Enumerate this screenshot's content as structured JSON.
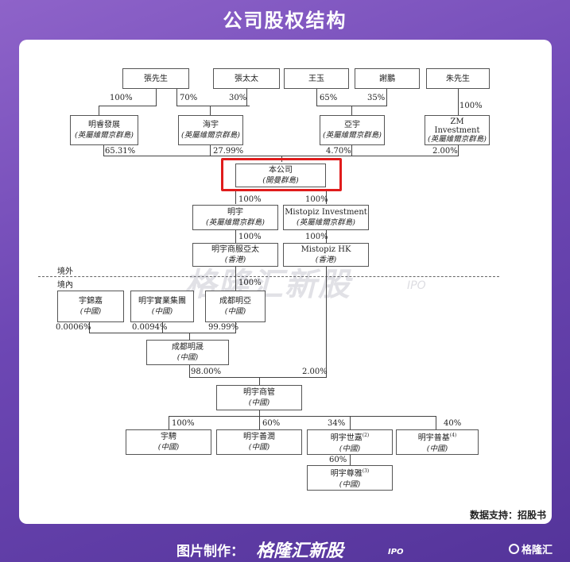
{
  "title": "公司股权结构",
  "source": "数据支持：招股书",
  "footer": {
    "label": "图片制作：",
    "brand": "格隆汇新股",
    "brand_ipo": "IPO",
    "logo": "格隆汇"
  },
  "watermark": {
    "text": "格隆汇新股",
    "ipo": "IPO"
  },
  "regions": {
    "offshore": "境外",
    "onshore": "境內"
  },
  "entities": {
    "zhang_sir": {
      "name": "張先生"
    },
    "zhang_mrs": {
      "name": "張太太"
    },
    "wang_yu": {
      "name": "王玉"
    },
    "xie_peng": {
      "name": "謝鵬"
    },
    "zhu_sir": {
      "name": "朱先生"
    },
    "mingrui": {
      "name": "明睿發展",
      "sub": "(英屬維爾京群島)"
    },
    "haiyu": {
      "name": "海宇",
      "sub": "(英屬維爾京群島)"
    },
    "yayu": {
      "name": "亞宇",
      "sub": "(英屬維爾京群島)"
    },
    "zm": {
      "name": "ZM",
      "name2": "Investment",
      "sub": "(英屬維爾京群島)"
    },
    "company": {
      "name": "本公司",
      "sub": "(開曼群島)"
    },
    "mingyu": {
      "name": "明宇",
      "sub": "(英屬維爾京群島)"
    },
    "mistopiz_inv": {
      "name": "Mistopiz Investment",
      "sub": "(英屬維爾京群島)"
    },
    "mingyu_apac": {
      "name": "明宇商服亞太",
      "sub": "(香港)"
    },
    "mistopiz_hk": {
      "name": "Mistopiz HK",
      "sub": "(香港)"
    },
    "yujinjia": {
      "name": "宇錦嘉",
      "sub": "(中國)"
    },
    "mingyu_group": {
      "name": "明宇實業集團",
      "sub": "(中國)"
    },
    "chengdu_mingya": {
      "name": "成都明亞",
      "sub": "(中國)"
    },
    "chengdu_mingsheng": {
      "name": "成都明晟",
      "sub": "(中國)"
    },
    "mingyu_sg": {
      "name": "明宇商管",
      "sub": "(中國)"
    },
    "yupin": {
      "name": "宇騁",
      "sub": "(中國)"
    },
    "mingyu_shanrun": {
      "name": "明宇善潤",
      "sub": "(中國)"
    },
    "mingyu_shijia": {
      "name": "明宇世嘉",
      "note": "(2)",
      "sub": "(中國)"
    },
    "mingyu_puji": {
      "name": "明宇普基",
      "note": "(4)",
      "sub": "(中國)"
    },
    "mingyu_zunya": {
      "name": "明宇尊雅",
      "note": "(3)",
      "sub": "(中國)"
    }
  },
  "percentages": {
    "zhang_sir_mingrui": "100%",
    "zhang_sir_haiyu": "70%",
    "zhang_mrs_haiyu": "30%",
    "wang_yayu": "65%",
    "xie_yayu": "35%",
    "zhu_zm": "100%",
    "mingrui_co": "65.31%",
    "haiyu_co": "27.99%",
    "yayu_co": "4.70%",
    "zm_co": "2.00%",
    "co_mingyu": "100%",
    "co_mistopiz": "100%",
    "mingyu_apac": "100%",
    "mistopiz_hk": "100%",
    "apac_chengdu_mingya": "100%",
    "yujinjia_cms": "0.0006%",
    "group_cms": "0.0094%",
    "mingya_cms": "99.99%",
    "cms_sg": "98.00%",
    "hk_sg": "2.00%",
    "sg_yupin": "100%",
    "sg_shanrun": "60%",
    "sg_shijia": "34%",
    "sg_puji": "40%",
    "shijia_zunya": "60%"
  }
}
